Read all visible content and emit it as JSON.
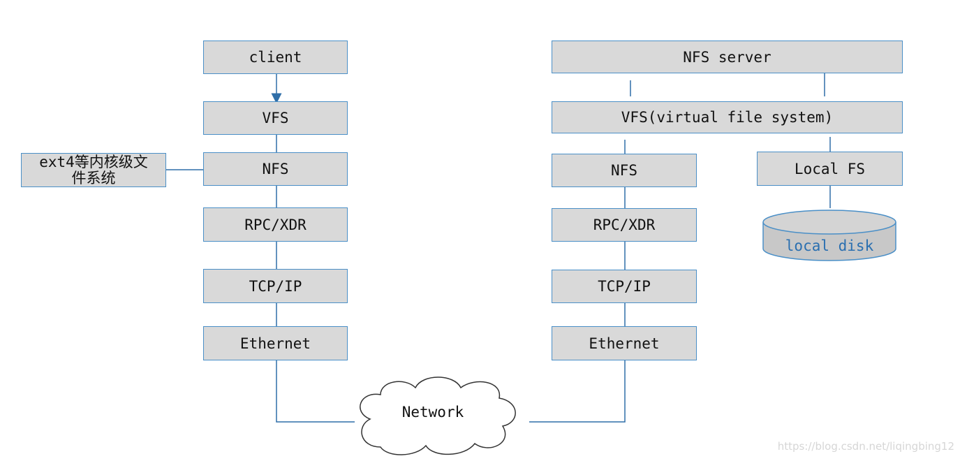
{
  "client": {
    "title": "client",
    "stack": [
      "VFS",
      "NFS",
      "RPC/XDR",
      "TCP/IP",
      "Ethernet"
    ],
    "side_note": [
      "ext4等内核级文",
      "件系统"
    ]
  },
  "server": {
    "title": "NFS server",
    "vfs": "VFS(virtual file system)",
    "stack": [
      "NFS",
      "RPC/XDR",
      "TCP/IP",
      "Ethernet"
    ],
    "local_fs": "Local FS",
    "disk": "local disk"
  },
  "network": "Network",
  "watermark": "https://blog.csdn.net/liqingbing12",
  "colors": {
    "box_fill": "#d9d9d9",
    "box_border": "#4a8fc7",
    "line": "#2f6ea8",
    "disk_fill": "#c8c8c8"
  }
}
